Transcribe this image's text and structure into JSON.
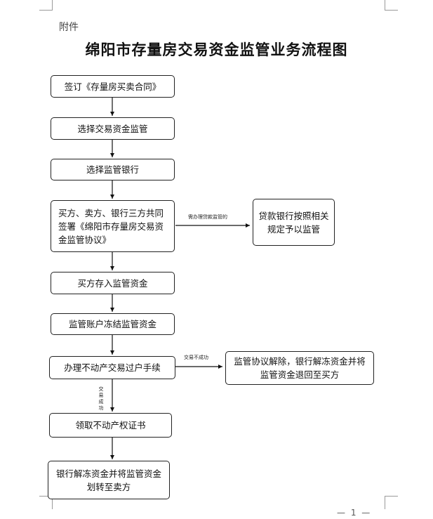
{
  "header": {
    "attachment_label": "附件"
  },
  "title": "绵阳市存量房交易资金监管业务流程图",
  "steps": {
    "sign_contract": "签订《存量房买卖合同》",
    "choose_supervision": "选择交易资金监管",
    "choose_bank": "选择监管银行",
    "tripartite_agreement": "买方、卖方、银行三方共同签署《绵阳市存量房交易资金监管协议》",
    "deposit_funds": "买方存入监管资金",
    "freeze_funds": "监管账户冻结监管资金",
    "transfer_procedure": "办理不动产交易过户手续",
    "get_certificate": "领取不动产权证书",
    "release_to_seller": "银行解冻资金并将监管资金划转至卖方"
  },
  "side_boxes": {
    "loan_bank": "贷款银行按照相关规定予以监管",
    "agreement_cancel": "监管协议解除，银行解冻资金并将监管资金退回至买方"
  },
  "edge_labels": {
    "loan_needed": "需办理贷款监管的",
    "deal_failed": "交易不成功",
    "deal_success": "交易成功"
  },
  "footer": {
    "page_number": "— 1 —"
  }
}
